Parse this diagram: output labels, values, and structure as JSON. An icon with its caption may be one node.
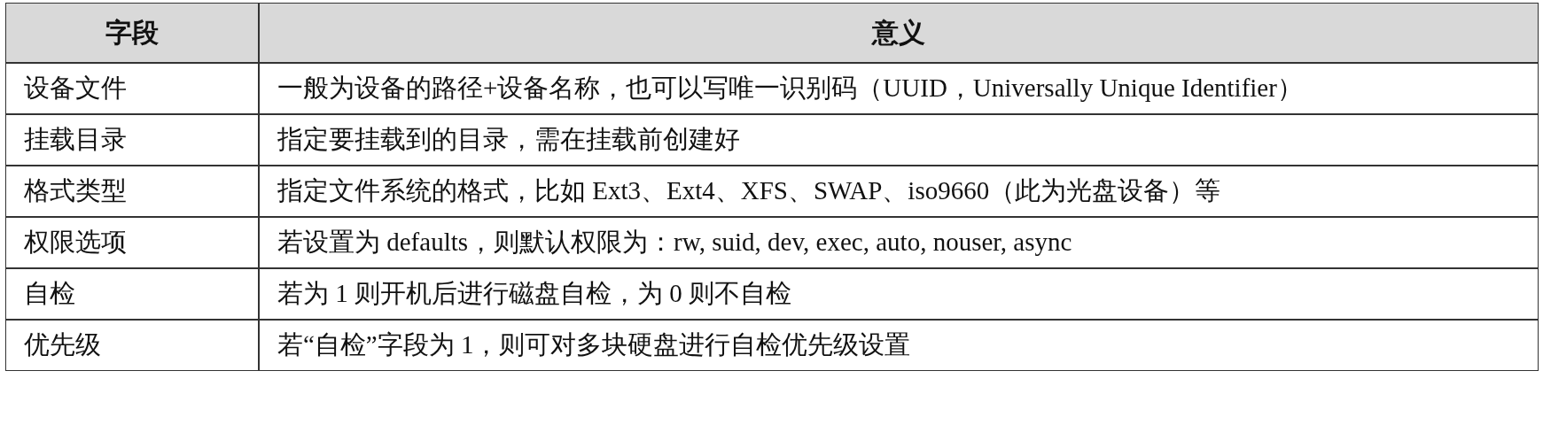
{
  "diagram": {
    "labels": [
      "字段",
      "意义",
      "设备文件",
      "一般为设备的路径+设备名称，也可以写唯一识别码（UUID，Universally Unique Identifier）",
      "挂载目录",
      "指定要挂载到的目录，需在挂载前创建好",
      "格式类型",
      "指定文件系统的格式，比如 Ext3、Ext4、XFS、SWAP、iso9660（此为光盘设备）等",
      "权限选项",
      "若设置为 defaults，则默认权限为：rw, suid, dev, exec, auto, nouser, async",
      "自检",
      "若为 1 则开机后进行磁盘自检，为 0 则不自检",
      "优先级",
      "若“自检”字段为 1，则可对多块硬盘进行自检优先级设置"
    ]
  }
}
